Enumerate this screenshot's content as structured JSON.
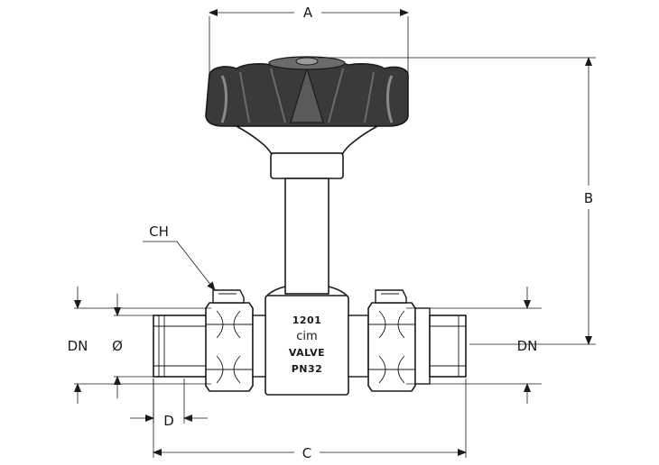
{
  "dimensions": {
    "a": "A",
    "b": "B",
    "c": "C",
    "d": "D",
    "ch": "CH",
    "dn_left": "DN",
    "dn_right": "DN",
    "diameter": "Ø"
  },
  "body_markings": {
    "model": "1201",
    "brand": "cim",
    "type": "VALVE",
    "pressure": "PN32"
  },
  "colors": {
    "line": "#1a1a1a",
    "handwheel": "#3a3a3a",
    "handwheel_highlight": "#6b6b6b",
    "fill": "#ffffff"
  }
}
